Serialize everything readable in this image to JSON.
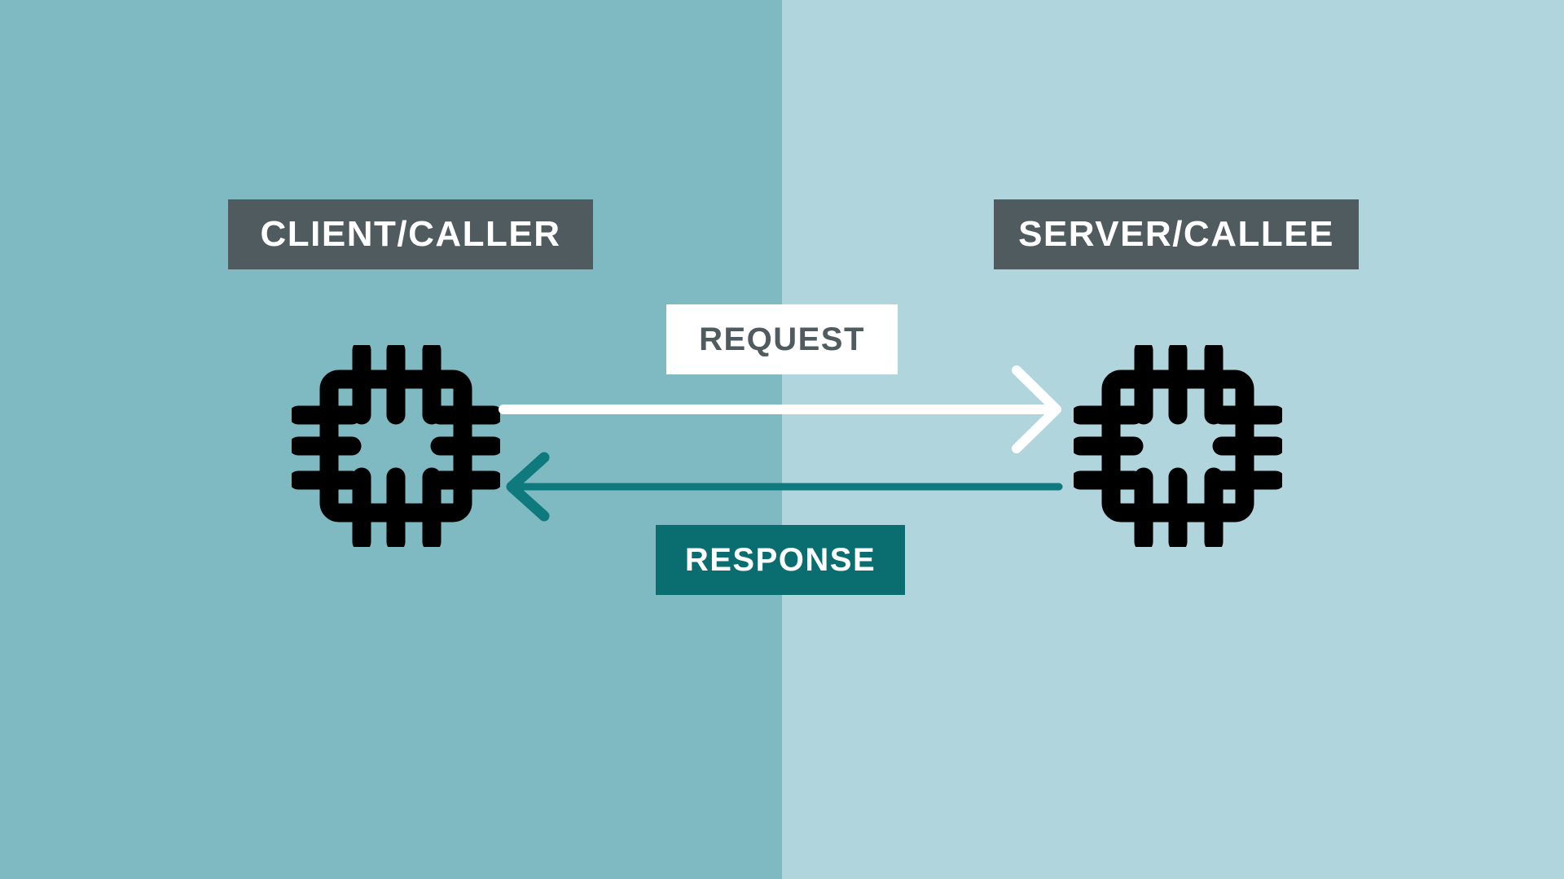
{
  "diagram": {
    "title": "Client/Caller to Server/Callee request-response flow",
    "type": "sequence-flow"
  },
  "colors": {
    "panel_left_bg": "#7FBAC3",
    "panel_right_bg": "#B0D5DC",
    "label_box_bg": "#4F5B5F",
    "label_text": "#FFFFFF",
    "request_box_bg": "#FFFFFF",
    "request_text": "#4F5B5F",
    "request_arrow": "#FFFFFF",
    "response_box_bg": "#0A6E70",
    "response_text": "#FFFFFF",
    "response_arrow": "#0E7A7D",
    "chip_icon": "#000000"
  },
  "panels": {
    "left": {
      "name": "client-side",
      "background": "#7FBAC3"
    },
    "right": {
      "name": "server-side",
      "background": "#B0D5DC"
    }
  },
  "roles": [
    {
      "id": "client",
      "label": "CLIENT/CALLER",
      "icon": "cpu-chip-icon"
    },
    {
      "id": "server",
      "label": "SERVER/CALLEE",
      "icon": "cpu-chip-icon"
    }
  ],
  "flows": [
    {
      "id": "request",
      "label": "REQUEST",
      "direction": "left-to-right",
      "from": "client",
      "to": "server",
      "arrow_color": "#FFFFFF",
      "arrow_style": "chevron-head-line"
    },
    {
      "id": "response",
      "label": "RESPONSE",
      "direction": "right-to-left",
      "from": "server",
      "to": "client",
      "arrow_color": "#0E7A7D",
      "arrow_style": "chevron-head-line"
    }
  ],
  "icons": {
    "cpu_chip": {
      "name": "cpu-chip-icon",
      "pins_per_side": 3,
      "sides": [
        "top",
        "right",
        "bottom",
        "left"
      ]
    },
    "request_arrow": {
      "name": "arrow-right-icon"
    },
    "response_arrow": {
      "name": "arrow-left-icon"
    }
  }
}
